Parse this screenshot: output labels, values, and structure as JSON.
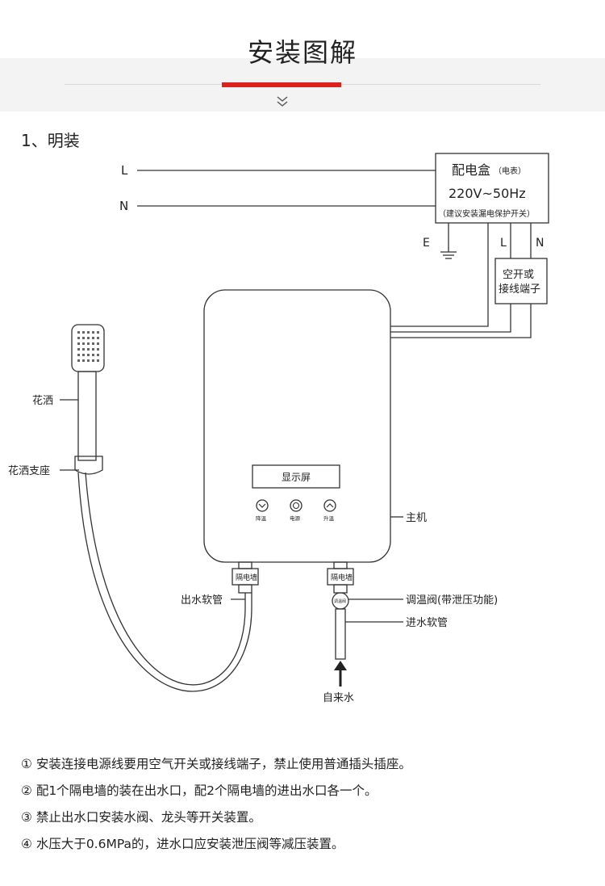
{
  "header": {
    "title": "安装图解"
  },
  "section": {
    "title": "1、明装"
  },
  "wires": {
    "live": "L",
    "neutral": "N"
  },
  "junction_box": {
    "title": "配电盒",
    "title_note": "（电表）",
    "spec": "220V~50Hz",
    "advice": "（建议安装漏电保护开关）",
    "ports": {
      "earth": "E",
      "live": "L",
      "neutral": "N"
    }
  },
  "breaker": {
    "line1": "空开或",
    "line2": "接线端子"
  },
  "heater": {
    "display": "显示屏",
    "buttons": {
      "down": "降温",
      "power": "电源",
      "up": "升温"
    }
  },
  "insulators": {
    "left": "隔电墙",
    "right": "隔电墙"
  },
  "valve_badge": "调温阀",
  "callouts": {
    "shower_head": "花洒",
    "shower_holder": "花洒支座",
    "main_unit": "主机",
    "outlet_hose": "出水软管",
    "thermo_valve": "调温阀(带泄压功能)",
    "inlet_hose": "进水软管",
    "tap_water": "自来水"
  },
  "notes": [
    "① 安装连接电源线要用空气开关或接线端子，禁止使用普通插头插座。",
    "② 配1个隔电墙的装在出水口，配2个隔电墙的进出水口各一个。",
    "③ 禁止出水口安装水阀、龙头等开关装置。",
    "④ 水压大于0.6MPa的，进水口应安装泄压阀等减压装置。"
  ]
}
